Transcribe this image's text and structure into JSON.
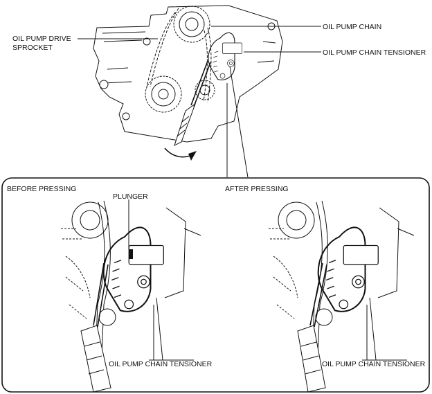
{
  "labels": {
    "oil_pump_drive_sprocket_line1": "OIL PUMP DRIVE",
    "oil_pump_drive_sprocket_line2": "SPROCKET",
    "oil_pump_chain": "OIL PUMP CHAIN",
    "oil_pump_chain_tensioner_top": "OIL PUMP CHAIN TENSIONER",
    "before_pressing": "BEFORE PRESSING",
    "after_pressing": "AFTER PRESSING",
    "plunger": "PLUNGER",
    "tensioner_left": "OIL PUMP CHAIN TENSIONER",
    "tensioner_right": "OIL PUMP CHAIN TENSIONER"
  },
  "icons": {
    "rotation_arrow": "curved-arrow-icon",
    "screwdriver": "screwdriver-icon"
  },
  "colors": {
    "ink": "#111111",
    "background": "#ffffff"
  }
}
